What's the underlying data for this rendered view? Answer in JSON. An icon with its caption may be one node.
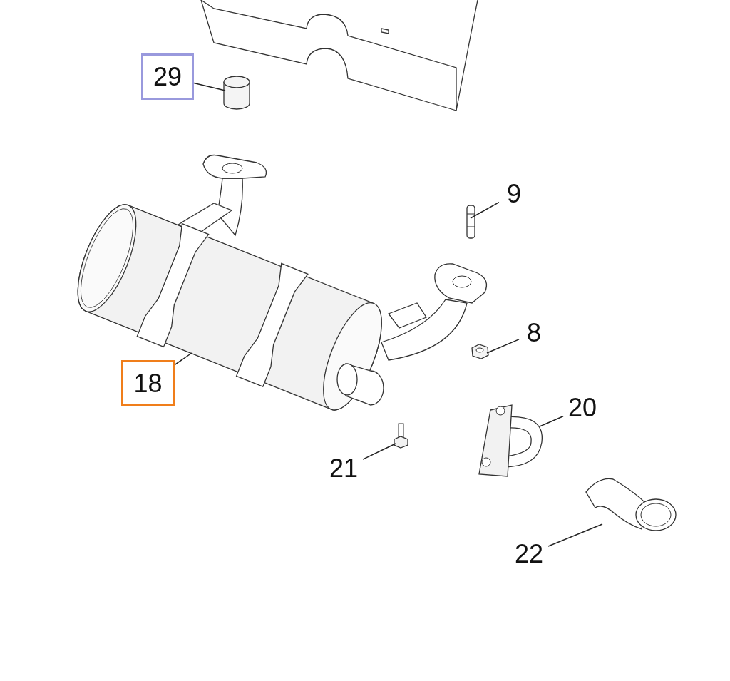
{
  "diagram": {
    "nodes": [
      {
        "text": [
          "29"
        ]
      },
      {
        "text": [
          "9"
        ]
      },
      {
        "text": [
          "8"
        ]
      },
      {
        "text": [
          "18"
        ]
      },
      {
        "text": [
          "20"
        ]
      },
      {
        "text": [
          "21"
        ]
      },
      {
        "text": [
          "22"
        ]
      },
      {
        "text": [],
        "shape": "cylinder"
      },
      {
        "text": [],
        "shape": "picture"
      },
      {
        "text": [],
        "shape": "picture"
      },
      {
        "text": [],
        "shape": "picture"
      },
      {
        "text": [],
        "shape": "picture"
      },
      {
        "text": [],
        "shape": "picture"
      },
      {
        "text": [],
        "shape": "picture"
      }
    ],
    "edges": [
      {
        "from": 0,
        "to": 7,
        "arrow": "none"
      },
      {
        "from": 1,
        "to": 8,
        "arrow": "none"
      },
      {
        "from": 2,
        "to": 9,
        "arrow": "none"
      },
      {
        "from": 3,
        "to": 10,
        "arrow": "none"
      },
      {
        "from": 4,
        "to": 11,
        "arrow": "none"
      },
      {
        "from": 5,
        "to": 12,
        "arrow": "none"
      },
      {
        "from": 6,
        "to": 13,
        "arrow": "none"
      }
    ]
  }
}
